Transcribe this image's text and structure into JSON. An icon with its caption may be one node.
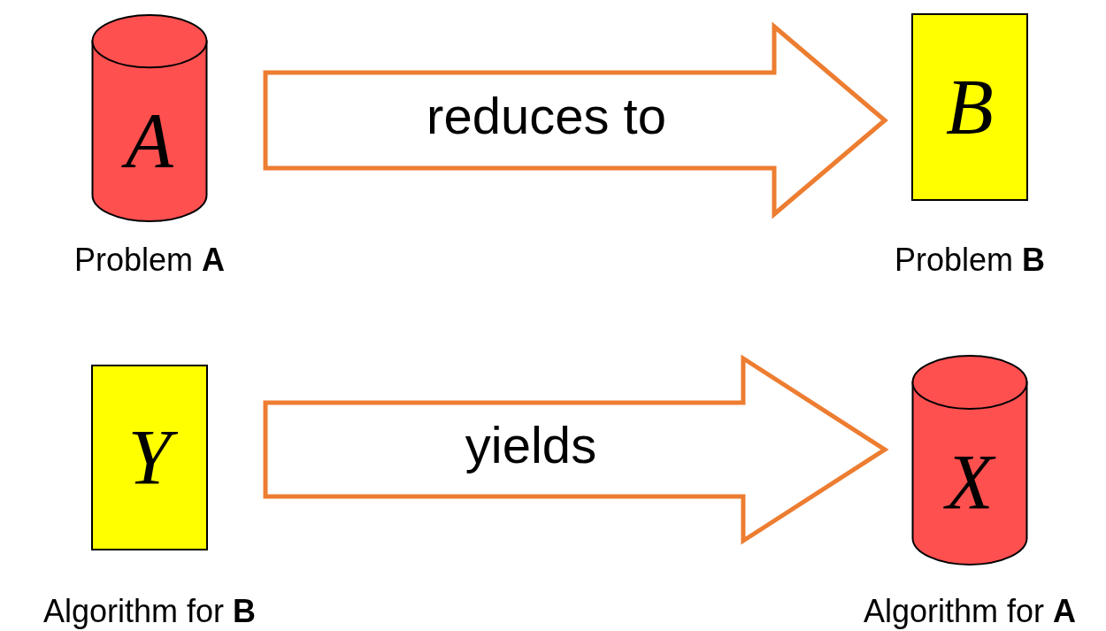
{
  "diagram": {
    "nodes": [
      {
        "text": [
          "A"
        ],
        "beside": [
          "Problem **A**"
        ]
      },
      {
        "text": [
          "B"
        ],
        "beside": [
          "Problem **B**"
        ]
      },
      {
        "text": [
          "Y"
        ],
        "beside": [
          "Algorithm for **B**"
        ]
      },
      {
        "text": [
          "X"
        ],
        "beside": [
          "Algorithm for **A**"
        ]
      }
    ],
    "edges": [
      {
        "from": 0,
        "to": 1,
        "arrow": "to",
        "label": "reduces to"
      },
      {
        "from": 2,
        "to": 3,
        "arrow": "to",
        "label": "yields"
      }
    ]
  }
}
